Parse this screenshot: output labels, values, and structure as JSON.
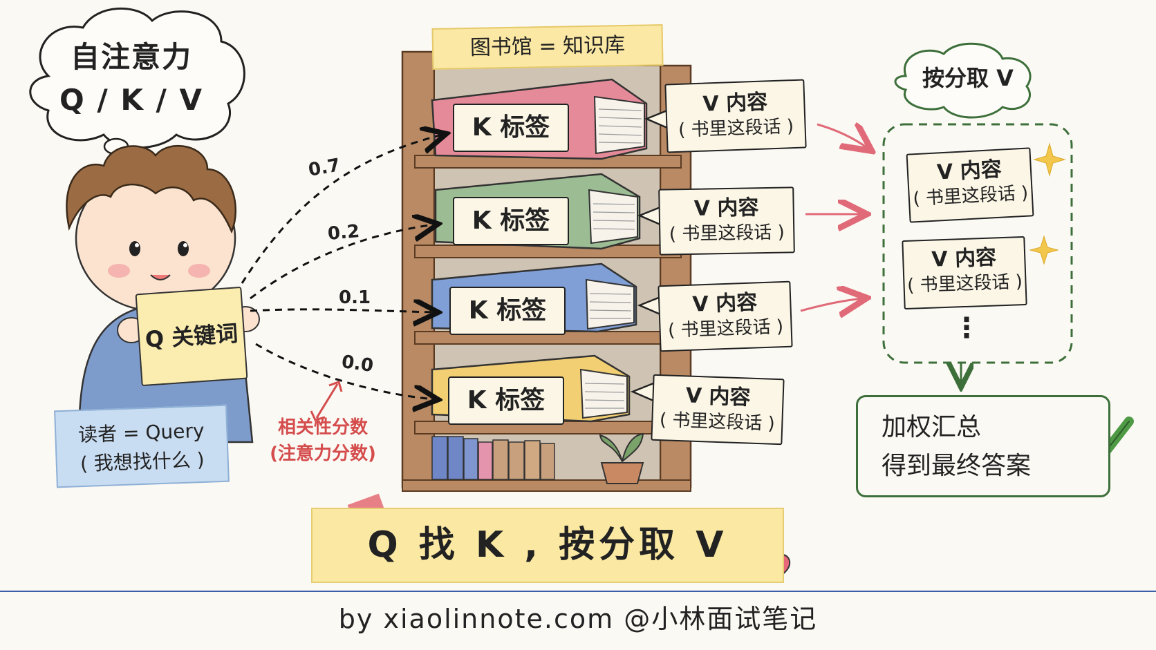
{
  "thought": {
    "line1": "自注意力",
    "line2": "Q / K / V"
  },
  "reader": {
    "line1": "读者 = Query",
    "line2": "( 我想找什么 )"
  },
  "query_paper": "Q 关键词",
  "shelf_title": "图书馆 = 知识库",
  "books": [
    {
      "label": "K 标签",
      "v_title": "V 内容",
      "v_sub": "( 书里这段话 )",
      "weight": "0.7"
    },
    {
      "label": "K 标签",
      "v_title": "V 内容",
      "v_sub": "( 书里这段话 )",
      "weight": "0.2"
    },
    {
      "label": "K 标签",
      "v_title": "V 内容",
      "v_sub": "( 书里这段话 )",
      "weight": "0.1"
    },
    {
      "label": "K 标签",
      "v_title": "V 内容",
      "v_sub": "( 书里这段话 )",
      "weight": "0.0"
    }
  ],
  "relevance": {
    "line1": "相关性分数",
    "line2": "(注意力分数)"
  },
  "right_cloud": "按分取 V",
  "selected": [
    {
      "v_title": "V 内容",
      "v_sub": "( 书里这段话 )"
    },
    {
      "v_title": "V 内容",
      "v_sub": "( 书里这段话 )"
    }
  ],
  "ellipsis": "⋮",
  "result": {
    "line1": "加权汇总",
    "line2": "得到最终答案"
  },
  "banner": "Q 找 K , 按分取 V",
  "footer": "by xiaolinnote.com @小林面试笔记",
  "colors": {
    "pink_book": "#e58a98",
    "green_book": "#9cbd94",
    "blue_book": "#7f9fd6",
    "yellow_book": "#f2cf72",
    "shelf": "#b98a64",
    "accent_red": "#d44c4c",
    "green_border": "#3d6f3a",
    "footer_line": "#3b5fa8"
  }
}
